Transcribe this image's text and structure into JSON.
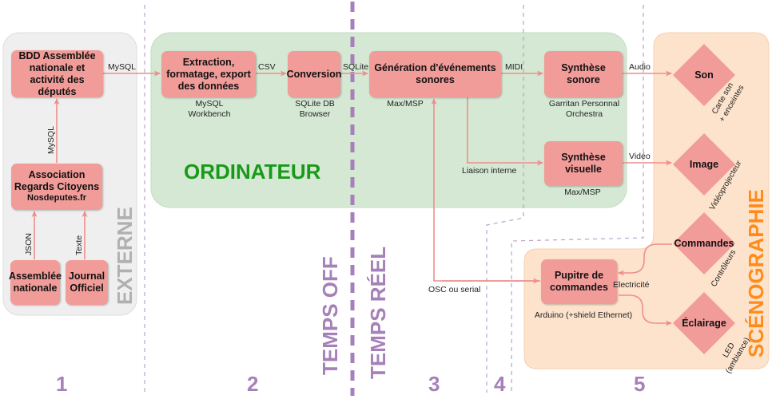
{
  "zones": {
    "externe": "EXTERNE",
    "ordinateur": "ORDINATEUR",
    "scenographie": "SCÉNOGRAPHIE",
    "temps_off": "TEMPS OFF",
    "temps_reel": "TEMPS RÉEL"
  },
  "steps": [
    "1",
    "2",
    "3",
    "4",
    "5"
  ],
  "nodes": {
    "bdd": "BDD Assemblée nationale et activité des députés",
    "association_line1": "Association Regards Citoyens",
    "association_line2": "Nosdeputes.fr",
    "assemblee": "Assemblée nationale",
    "journal": "Journal Officiel",
    "extraction": "Extraction, formatage, export des données",
    "conversion": "Conversion",
    "generation": "Génération d'événements sonores",
    "synthese_sonore": "Synthèse sonore",
    "synthese_visuelle": "Synthèse visuelle",
    "pupitre": "Pupitre de commandes",
    "son": "Son",
    "image": "Image",
    "commandes": "Commandes",
    "eclairage": "Éclairage"
  },
  "captions": {
    "extraction_tool": "MySQL\nWorkbench",
    "conversion_tool": "SQLite DB\nBrowser",
    "generation_tool": "Max/MSP",
    "synthese_sonore_tool": "Garritan Personnal\nOrchestra",
    "synthese_visuelle_tool": "Max/MSP",
    "pupitre_tool": "Arduino (+shield Ethernet)",
    "son_tool": "Carte son\n+ enceintes",
    "image_tool": "Vidéoprojecteur",
    "commandes_tool": "Contrôleurs",
    "eclairage_tool": "LED\n(ambiance)"
  },
  "edges": {
    "mysql_1": "MySQL",
    "mysql_2": "MySQL",
    "json": "JSON",
    "texte": "Texte",
    "csv": "CSV",
    "sqlite": "SQLite",
    "midi": "MIDI",
    "audio": "Audio",
    "video": "Vidéo",
    "liaison": "Liaison interne",
    "osc": "OSC ou serial",
    "electricite": "Electricité"
  },
  "colors": {
    "node": "#f19c99",
    "arrow": "#ee8e8c",
    "externe_bg": "#efefef",
    "ordinateur_bg": "#d5e8d4",
    "ordinateur_text": "#189a18",
    "scenographie_bg": "#fde3cc",
    "scenographie_text": "#ff8c1a",
    "temps_line": "#a680b8",
    "step_text": "#a680b8"
  }
}
